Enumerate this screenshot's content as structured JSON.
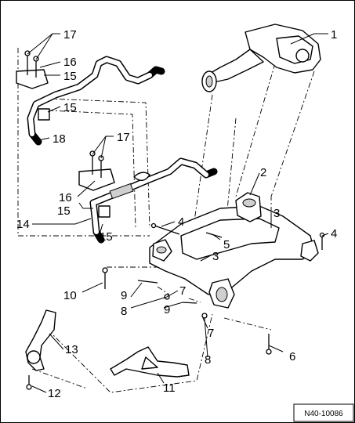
{
  "figure": {
    "reference_code": "N40-10086",
    "callouts": [
      "1",
      "2",
      "3",
      "3",
      "4",
      "4",
      "5",
      "6",
      "7",
      "7",
      "8",
      "8",
      "9",
      "9",
      "10",
      "11",
      "12",
      "13",
      "14",
      "15",
      "15",
      "15",
      "15",
      "16",
      "16",
      "17",
      "17",
      "18"
    ]
  }
}
